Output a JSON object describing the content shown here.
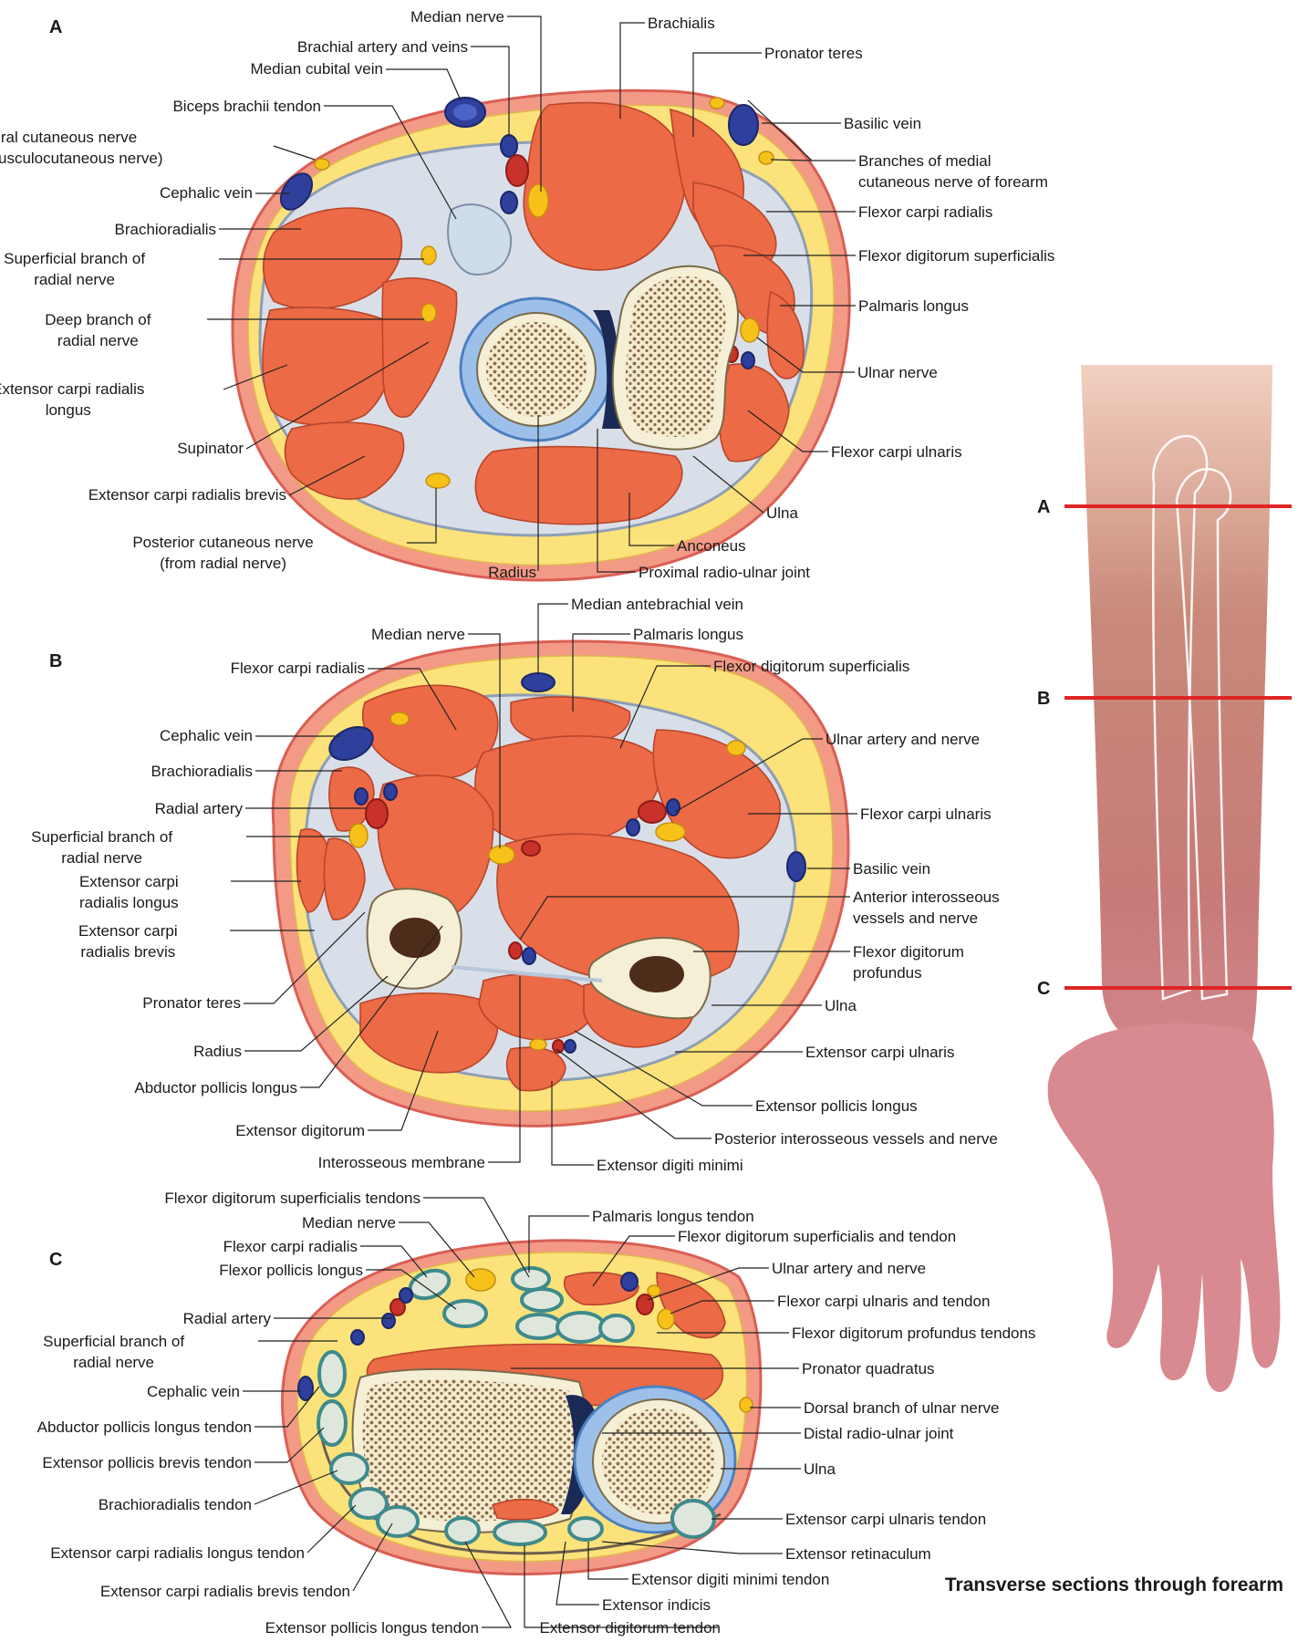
{
  "caption": "Transverse sections through forearm",
  "section_letters": {
    "a": "A",
    "b": "B",
    "c": "C"
  },
  "arm_cut_labels": {
    "a": "A",
    "b": "B",
    "c": "C"
  },
  "colors": {
    "muscle": "#ec6a45",
    "fat": "#fbe27a",
    "skin": "#f39a86",
    "bone": "#f5efd6",
    "artery": "#c8322a",
    "vein": "#2e3f9c",
    "nerve": "#f6c21a",
    "tendon_ring": "#3f8a8c",
    "cut_line": "#e02424"
  },
  "section_a_labels": [
    "Median nerve",
    "Brachial artery and veins",
    "Median cubital vein",
    "Biceps brachii tendon",
    [
      "Lateral cutaneous nerve",
      "(from musculocutaneous nerve)"
    ],
    "Cephalic vein",
    "Brachioradialis",
    [
      "Superficial branch of",
      "radial nerve"
    ],
    [
      "Deep branch of",
      "radial nerve"
    ],
    [
      "Extensor carpi radialis",
      "longus"
    ],
    "Supinator",
    "Extensor carpi radialis brevis",
    [
      "Posterior cutaneous nerve",
      "(from radial nerve)"
    ],
    "Radius",
    "Brachialis",
    "Pronator teres",
    "Basilic vein",
    [
      "Branches of medial",
      "cutaneous nerve of forearm"
    ],
    "Flexor carpi radialis",
    "Flexor digitorum superficialis",
    "Palmaris longus",
    "Ulnar nerve",
    "Flexor carpi ulnaris",
    "Ulna",
    "Anconeus",
    "Proximal radio-ulnar joint"
  ],
  "section_b_labels": [
    "Median antebrachial vein",
    "Median nerve",
    "Palmaris longus",
    "Flexor digitorum superficialis",
    "Flexor carpi radialis",
    "Cephalic vein",
    "Brachioradialis",
    "Radial artery",
    [
      "Superficial branch of",
      "radial nerve"
    ],
    [
      "Extensor carpi",
      "radialis longus"
    ],
    [
      "Extensor carpi",
      "radialis brevis"
    ],
    "Pronator teres",
    "Radius",
    "Abductor pollicis longus",
    "Extensor digitorum",
    "Interosseous membrane",
    "Ulnar artery and nerve",
    "Flexor carpi ulnaris",
    "Basilic vein",
    [
      "Anterior interosseous",
      "vessels and nerve"
    ],
    [
      "Flexor digitorum",
      "profundus"
    ],
    "Ulna",
    "Extensor carpi ulnaris",
    "Extensor pollicis longus",
    "Posterior interosseous vessels and nerve",
    "Extensor digiti minimi"
  ],
  "section_c_labels": [
    "Flexor digitorum superficialis tendons",
    "Median nerve",
    "Flexor carpi radialis",
    "Flexor pollicis longus",
    "Radial artery",
    [
      "Superficial branch of",
      "radial nerve"
    ],
    "Cephalic vein",
    "Abductor pollicis longus tendon",
    "Extensor pollicis brevis tendon",
    "Brachioradialis tendon",
    "Extensor carpi radialis longus tendon",
    "Extensor carpi radialis brevis tendon",
    "Extensor pollicis longus tendon",
    "Extensor digitorum tendon",
    "Extensor indicis",
    "Extensor digiti minimi tendon",
    "Palmaris longus tendon",
    "Flexor digitorum superficialis and tendon",
    "Ulnar artery and nerve",
    "Flexor carpi ulnaris and tendon",
    "Flexor digitorum profundus tendons",
    "Pronator quadratus",
    "Dorsal branch of ulnar nerve",
    "Distal radio-ulnar joint",
    "Ulna",
    "Extensor carpi ulnaris tendon",
    "Extensor retinaculum"
  ]
}
